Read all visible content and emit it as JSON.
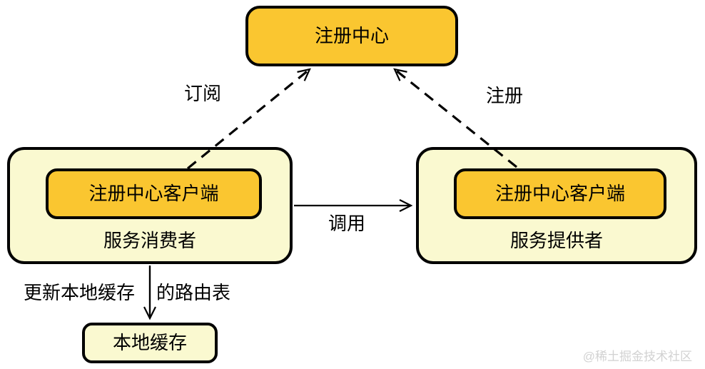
{
  "diagram": {
    "title": "registry-subscribe-invoke-architecture",
    "nodes": {
      "registry": {
        "label": "注册中心"
      },
      "consumer": {
        "label": "服务消费者",
        "client_label": "注册中心客户端"
      },
      "provider": {
        "label": "服务提供者",
        "client_label": "注册中心客户端"
      },
      "cache": {
        "label": "本地缓存"
      }
    },
    "edges": {
      "subscribe": {
        "label": "订阅",
        "style": "dashed",
        "from": "consumer-client",
        "to": "registry"
      },
      "register": {
        "label": "注册",
        "style": "dashed",
        "from": "provider-client",
        "to": "registry"
      },
      "invoke": {
        "label": "调用",
        "style": "solid",
        "from": "consumer",
        "to": "provider"
      },
      "update_cache": {
        "label_left": "更新本地缓存",
        "label_right": "的路由表",
        "style": "solid",
        "from": "consumer",
        "to": "cache"
      }
    },
    "colors": {
      "node_fill": "#FAC630",
      "container_fill": "#FAF9D0",
      "border": "#000000",
      "background": "#FFFFFF",
      "watermark_text": "#D2D2D2"
    },
    "watermark": "@稀土掘金技术社区"
  }
}
